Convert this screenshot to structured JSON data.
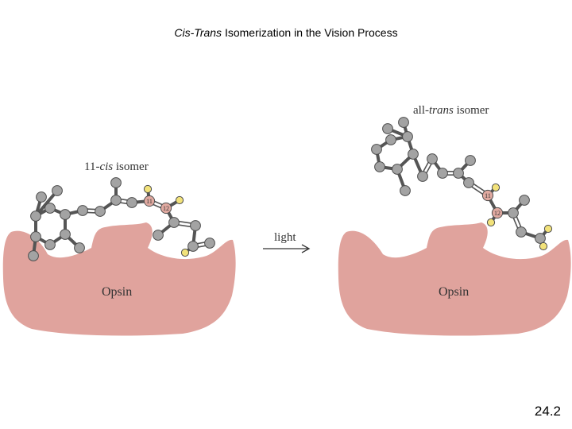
{
  "title": {
    "italic": "Cis-Trans",
    "rest": " Isomerization in the Vision Process"
  },
  "left_panel": {
    "isomer_prefix": "11-",
    "isomer_italic": "cis",
    "isomer_suffix": " isomer",
    "protein_label": "Opsin",
    "atom_labels": [
      "11",
      "12"
    ]
  },
  "arrow": {
    "label": "light"
  },
  "right_panel": {
    "isomer_prefix": "all-",
    "isomer_italic": "trans",
    "isomer_suffix": " isomer",
    "protein_label": "Opsin",
    "atom_labels": [
      "11",
      "12"
    ]
  },
  "page_number": "24.2",
  "colors": {
    "opsin": "#e0a39d",
    "carbon": "#a3a3a3",
    "hydrogen": "#f2e27a",
    "labeled_carbon": "#e0a9a0",
    "bond": "#555555"
  }
}
